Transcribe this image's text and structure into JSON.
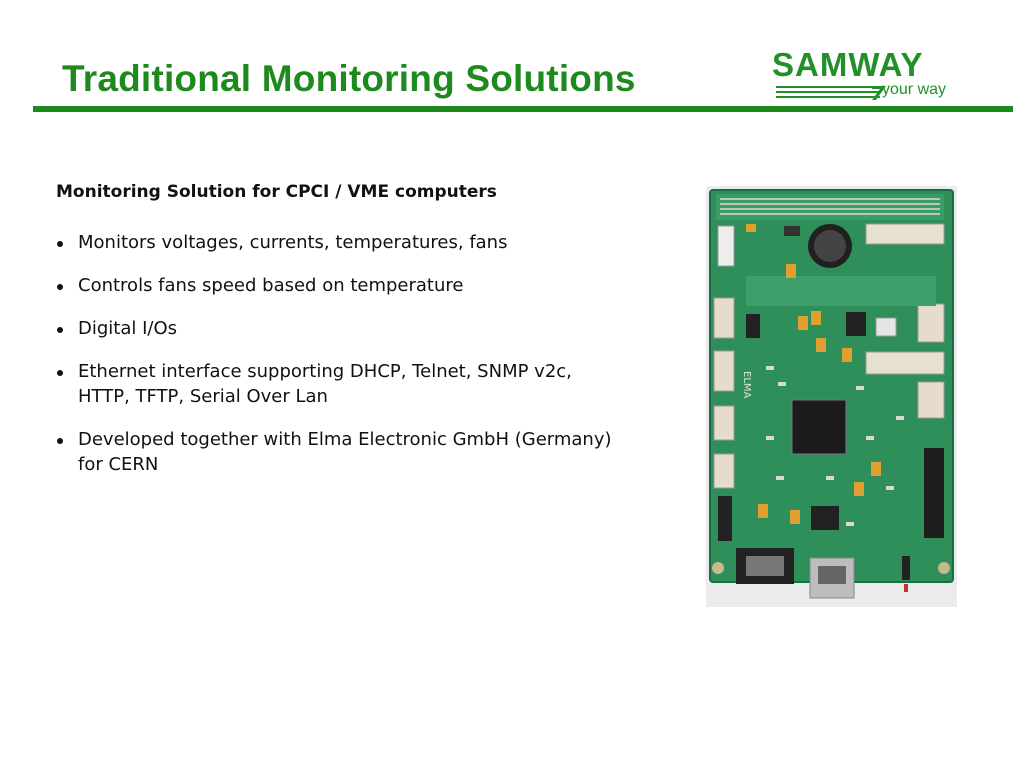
{
  "slide": {
    "title": "Traditional Monitoring Solutions",
    "accent_color": "#1e8a1e"
  },
  "logo": {
    "wordmark": "SAMWAY",
    "tagline": "your way",
    "color": "#21902a"
  },
  "content": {
    "subheading": "Monitoring Solution for CPCI / VME computers",
    "bullets": [
      "Monitors voltages, currents, temperatures, fans",
      "Controls fans speed based on temperature",
      "Digital I/Os",
      "Ethernet interface supporting DHCP, Telnet, SNMP v2c, HTTP, TFTP, Serial Over Lan",
      "Developed together with Elma Electronic GmbH (Germany) for CERN"
    ]
  },
  "photo": {
    "board_label": "ELMA"
  }
}
